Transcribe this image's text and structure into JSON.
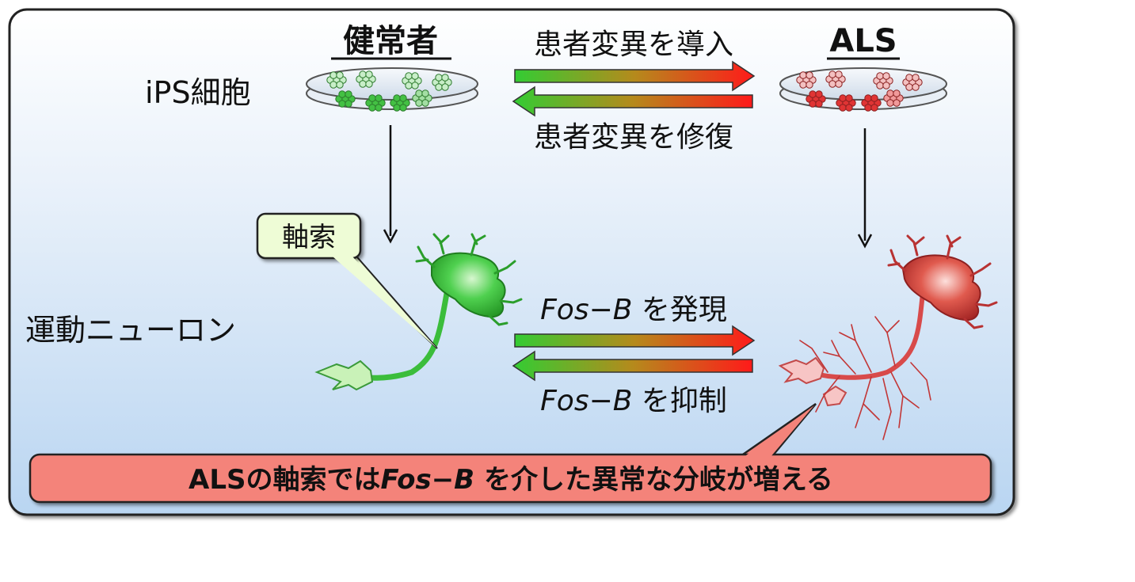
{
  "column_labels": {
    "healthy": "健常者",
    "als": "ALS"
  },
  "row_labels": {
    "ips": "iPS細胞",
    "motor_neuron": "運動ニューロン"
  },
  "ips_arrows": {
    "forward": "患者変異を導入",
    "backward": "患者変異を修復"
  },
  "neuron_arrows": {
    "forward_gene": "Fos−B",
    "forward_suffix": " を発現",
    "backward_gene": "Fos−B",
    "backward_suffix": " を抑制"
  },
  "callout": {
    "axon": "軸索"
  },
  "conclusion": {
    "prefix": "ALSの軸索では",
    "gene": "Fos−B",
    "suffix": " を介した異常な分岐が増える"
  },
  "colors": {
    "healthy_green": "#2fc42f",
    "als_red": "#e03a3a",
    "arrow_gradient_start": "#33cc33",
    "arrow_gradient_end": "#ff1a1a",
    "panel_top": "#ffffff",
    "panel_bottom": "#bcd7f2",
    "callout_fill": "#eefcd6",
    "conclusion_fill": "#f4837a"
  }
}
